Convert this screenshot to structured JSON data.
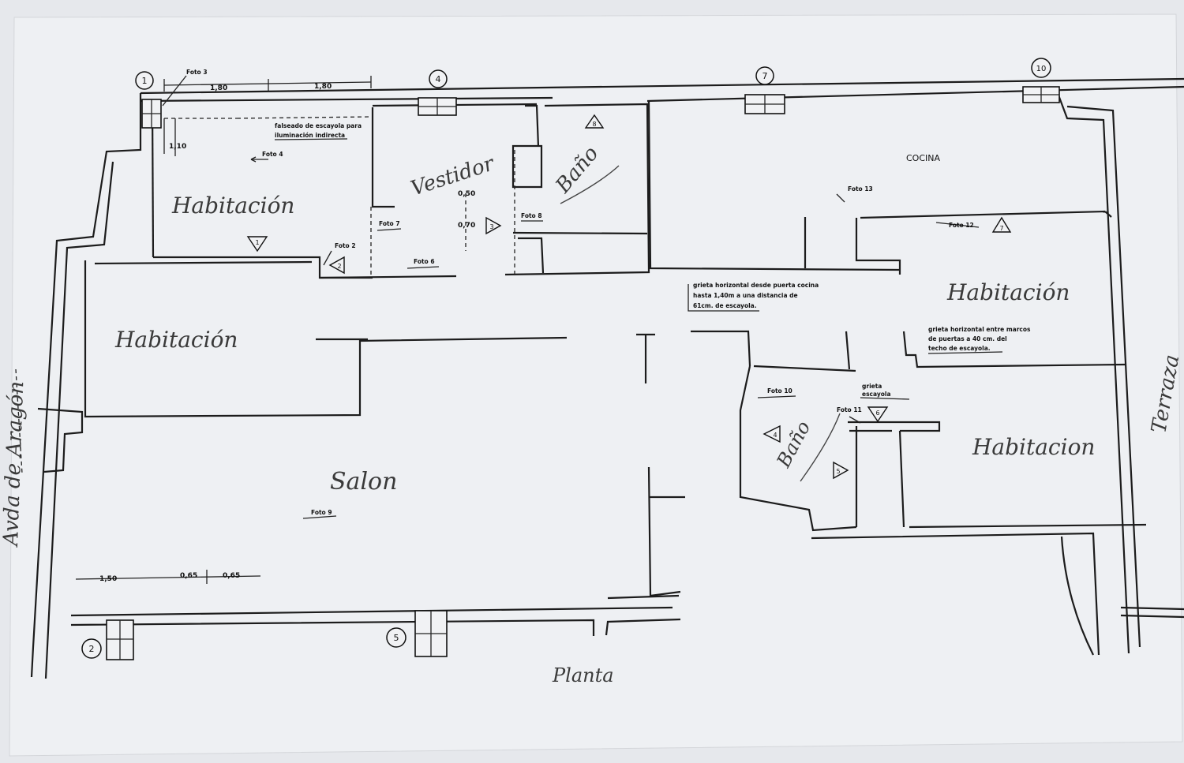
{
  "rooms": {
    "habitacion_nw": "Habitación",
    "vestidor": "Vestidor",
    "bano_top": "Baño",
    "cocina": "COCINA",
    "habitacion_west": "Habitación",
    "salon": "Salon",
    "habitacion_east_top": "Habitación",
    "habitacion_east_bottom": "Habitacion",
    "bano_east": "Baño"
  },
  "street_labels": {
    "avenue": "Avda de Aragón",
    "terrace": "Terraza"
  },
  "plan_caption": "Planta",
  "column_markers": [
    "1",
    "2",
    "4",
    "5",
    "7",
    "10"
  ],
  "photo_labels": {
    "foto3": "Foto 3",
    "foto4": "Foto 4",
    "foto2": "Foto 2",
    "foto7": "Foto 7",
    "foto6": "Foto 6",
    "foto8": "Foto 8",
    "foto13": "Foto 13",
    "foto12": "Foto 12",
    "foto9": "Foto 9",
    "foto10": "Foto 10",
    "foto11": "Foto 11"
  },
  "view_markers": [
    "1",
    "2",
    "3",
    "8",
    "7",
    "6",
    "4",
    "5"
  ],
  "dimensions": {
    "d_180a": "1,80",
    "d_180b": "1,80",
    "d_110": "1,10",
    "d_050": "0,50",
    "d_070": "0,70",
    "d_150": "1,50",
    "d_065a": "0,65",
    "d_065b": "0,65"
  },
  "notes": {
    "falseado": [
      "falseado de escayola para",
      "iluminación indirecta"
    ],
    "grieta_cocina": [
      "grieta horizontal desde puerta cocina",
      "hasta 1,40m a una distancia de",
      "61cm. de escayola."
    ],
    "grieta_marcos": [
      "grieta horizontal entre marcos",
      "de puertas a 40 cm. del",
      "techo de escayola."
    ],
    "grieta_escayola": [
      "grieta",
      "escayola"
    ]
  }
}
